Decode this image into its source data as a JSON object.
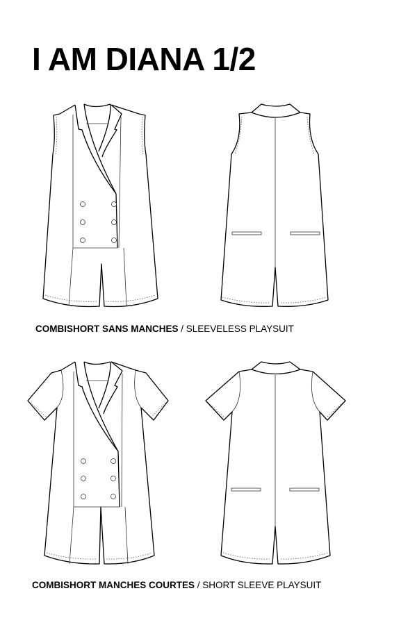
{
  "header": {
    "title": "I AM DIANA 1/2"
  },
  "views": [
    {
      "id": "sleeveless",
      "caption_bold": "COMBISHORT SANS MANCHES",
      "caption_separator": " / ",
      "caption_light": "SLEEVELESS PLAYSUIT",
      "drawings": [
        "front-view",
        "back-view"
      ]
    },
    {
      "id": "short-sleeve",
      "caption_bold": "COMBISHORT MANCHES COURTES",
      "caption_separator": " / ",
      "caption_light": "SHORT SLEEVE PLAYSUIT",
      "drawings": [
        "front-view",
        "back-view"
      ]
    }
  ],
  "colors": {
    "background": "#ffffff",
    "ink": "#000000"
  }
}
